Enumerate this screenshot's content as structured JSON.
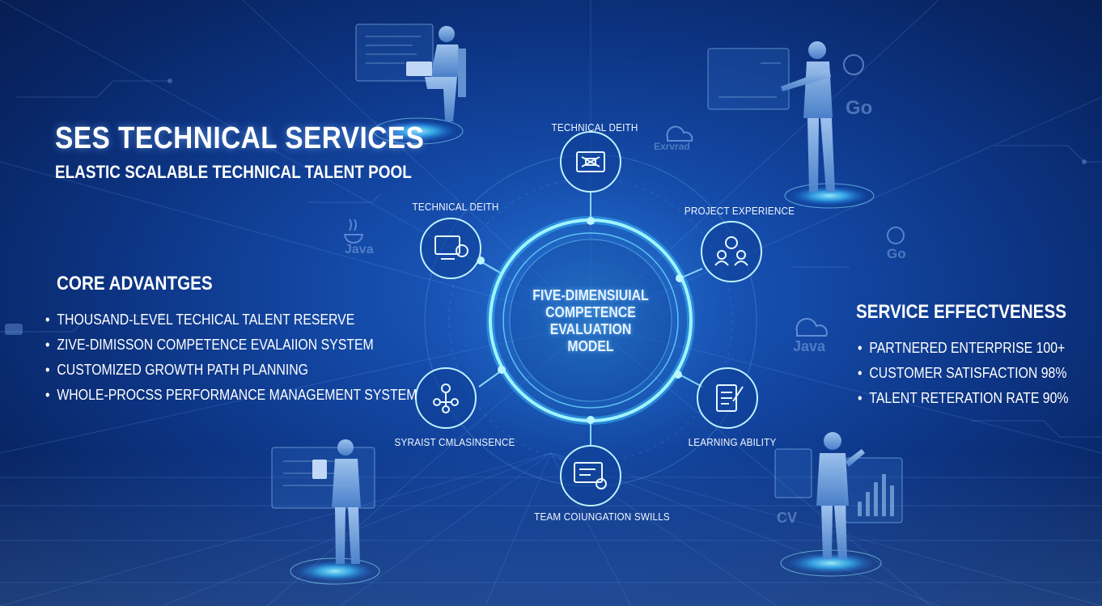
{
  "header": {
    "title": "SES TECHNICAL SERVICES",
    "subtitle": "ELASTIC SCALABLE TECHNICAL TALENT POOL"
  },
  "core_advantages": {
    "heading": "CORE ADVANTGES",
    "items": [
      "THOUSAND-LEVEL TECHICAL TALENT RESERVE",
      "ZIVE-DIMISSON COMPETENCE EVALAIION SYSTEM",
      "CUSTOMIZED GROWTH PATH PLANNING",
      "WHOLE-PROCSS PERFORMANCE MANAGEMENT SYSTEM"
    ]
  },
  "service_effectiveness": {
    "heading": "SERVICE EFFECTVENESS",
    "items": [
      "PARTNERED ENTERPRISE 100+",
      "CUSTOMER SATISFACTION 98%",
      "TALENT RETERATION RATE 90%"
    ]
  },
  "model": {
    "center_lines": [
      "FIVE-DIMENSIUIAL",
      "COMPETENCE",
      "EVALUATION",
      "MODEL"
    ],
    "nodes": [
      {
        "label": "TECHNICAL DEITH",
        "icon": "circuit-board-icon"
      },
      {
        "label": "PROJECT EXPERIENCE",
        "icon": "team-people-icon"
      },
      {
        "label": "LEARNING ABILITY",
        "icon": "checklist-pen-icon"
      },
      {
        "label": "TEAM COIUNGATION SWILLS",
        "icon": "screen-gear-icon"
      },
      {
        "label": "SYRAIST CMLASINSENCE",
        "icon": "people-network-icon"
      },
      {
        "label": "TECHNICAL DEITH",
        "icon": "monitor-chip-icon"
      }
    ]
  },
  "decor_text": {
    "java_1": "Java",
    "java_2": "Java",
    "go_1": "Go",
    "go_2": "Go",
    "cloud_caption": "Exrvrad",
    "cv": "CV"
  },
  "colors": {
    "background": "#0d3585",
    "accent": "#4fd8ff",
    "ring": "#7fe6ff"
  }
}
